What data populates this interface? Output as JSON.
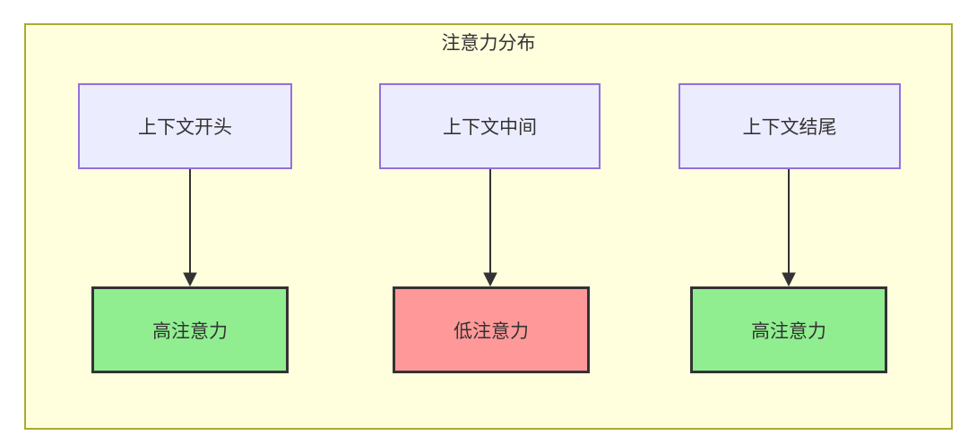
{
  "diagram": {
    "title": "注意力分布",
    "columns": [
      {
        "source": "上下文开头",
        "result": "高注意力",
        "attention": "high"
      },
      {
        "source": "上下文中间",
        "result": "低注意力",
        "attention": "low"
      },
      {
        "source": "上下文结尾",
        "result": "高注意力",
        "attention": "high"
      }
    ],
    "colors": {
      "container_bg": "#FFFFDE",
      "container_border": "#AAAA33",
      "node_bg": "#ECECFF",
      "node_border": "#9370DB",
      "high_bg": "#90EE90",
      "low_bg": "#FF9999",
      "result_border": "#333333",
      "arrow": "#333333",
      "text": "#333333"
    }
  }
}
